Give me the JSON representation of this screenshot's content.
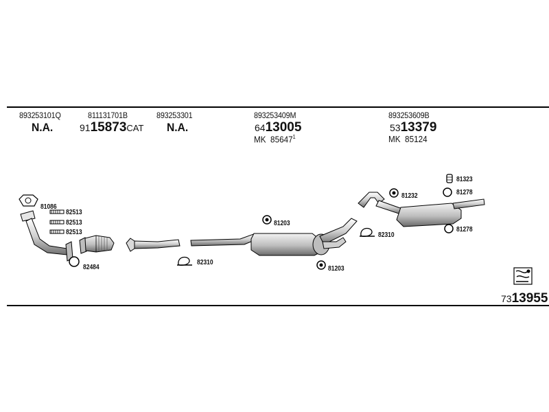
{
  "columns": [
    {
      "oem": "893253101Q",
      "availability": "N.A."
    },
    {
      "oem": "811131701B",
      "prefix": "91",
      "part": "15873",
      "suffix": "CAT"
    },
    {
      "oem": "893253301",
      "availability": "N.A."
    },
    {
      "oem": "893253409M",
      "prefix": "64",
      "part": "13005",
      "kit_label": "MK",
      "kit": "85647",
      "kit_note": "1"
    },
    {
      "oem": "893253609B",
      "prefix": "53",
      "part": "13379",
      "kit_label": "MK",
      "kit": "85124"
    }
  ],
  "parts": {
    "p81086": "81086",
    "p82513a": "82513",
    "p82513b": "82513",
    "p82513c": "82513",
    "p82484": "82484",
    "p82310a": "82310",
    "p81203a": "81203",
    "p81203b": "81203",
    "p82310b": "82310",
    "p81232": "81232",
    "p81323": "81323",
    "p81278a": "81278",
    "p81278b": "81278"
  },
  "figure": {
    "prefix": "73",
    "number": "13955"
  },
  "colors": {
    "line": "#000000",
    "fill_light": "#e6e6e6",
    "fill_mid": "#bdbdbd",
    "fill_dark": "#7a7a7a"
  }
}
